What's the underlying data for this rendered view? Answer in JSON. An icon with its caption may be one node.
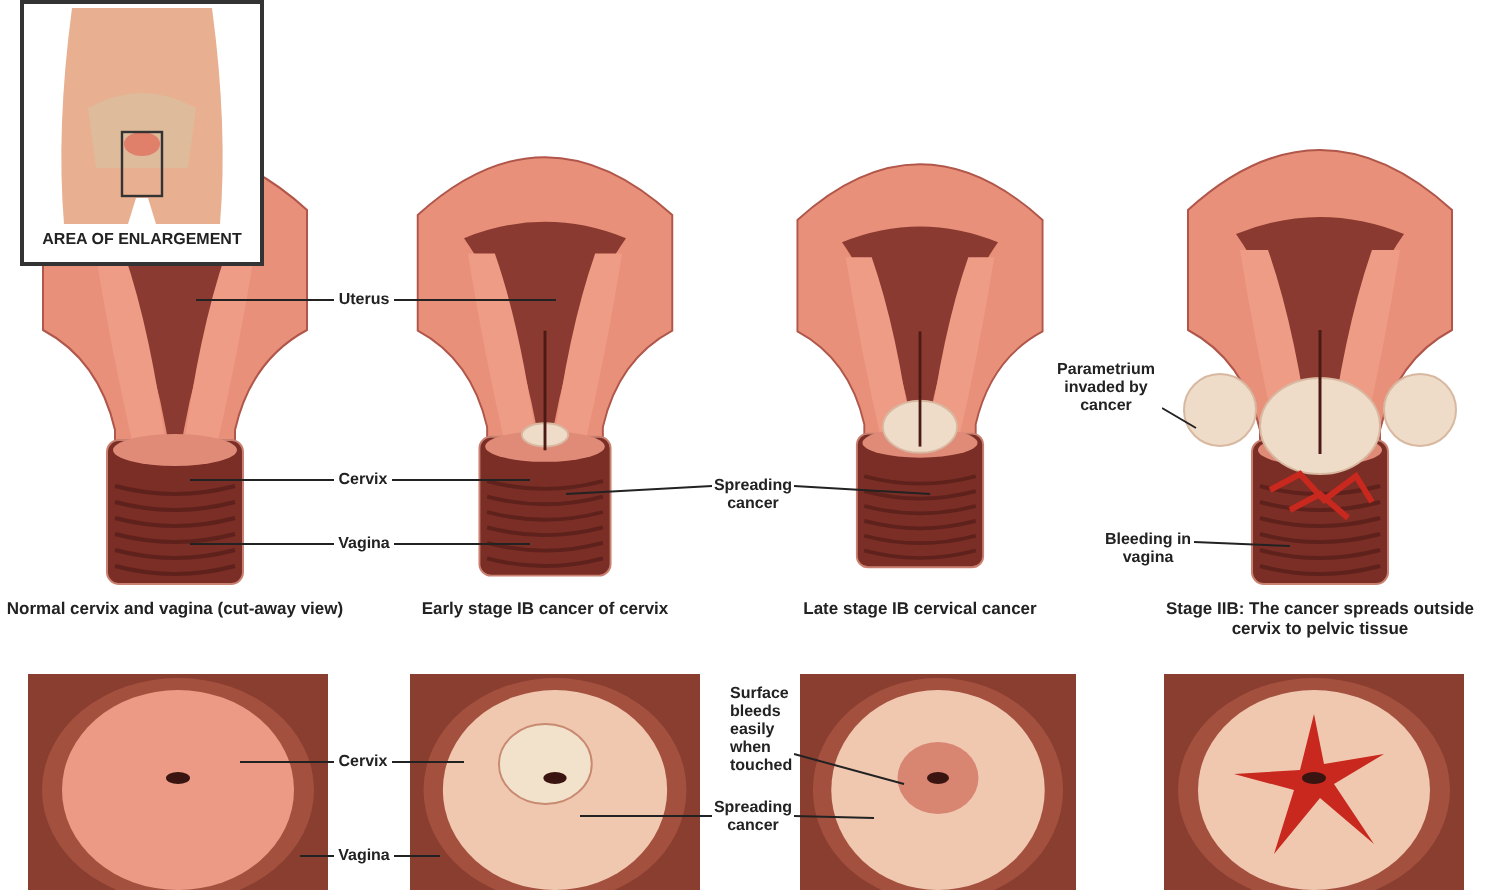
{
  "diagram": {
    "nodes": [
      {
        "text": [
          "AREA OF ENLARGEMENT"
        ]
      },
      {
        "text": [],
        "shape": "picture"
      },
      {
        "text": [],
        "shape": "picture"
      },
      {
        "text": [],
        "shape": "picture"
      },
      {
        "text": [],
        "shape": "picture"
      },
      {
        "text": [],
        "shape": "picture"
      },
      {
        "text": [],
        "shape": "picture"
      },
      {
        "text": [],
        "shape": "picture"
      },
      {
        "text": [],
        "shape": "picture"
      },
      {
        "text": [
          "Uterus"
        ]
      },
      {
        "text": [
          "Cervix"
        ]
      },
      {
        "text": [
          "Vagina"
        ]
      },
      {
        "text": [
          "Spreading cancer"
        ]
      },
      {
        "text": [
          "Parametrium invaded by cancer"
        ]
      },
      {
        "text": [
          "Bleeding in vagina"
        ]
      },
      {
        "text": [
          "Cervix"
        ]
      },
      {
        "text": [
          "Vagina"
        ]
      },
      {
        "text": [
          "Surface bleeds easily when touched"
        ]
      },
      {
        "text": [
          "Spreading cancer"
        ]
      }
    ],
    "edges": [
      {
        "from": 9,
        "to": 1,
        "arrow": "none"
      },
      {
        "from": 9,
        "to": 2,
        "arrow": "none"
      },
      {
        "from": 10,
        "to": 1,
        "arrow": "none"
      },
      {
        "from": 10,
        "to": 2,
        "arrow": "none"
      },
      {
        "from": 11,
        "to": 1,
        "arrow": "none"
      },
      {
        "from": 11,
        "to": 2,
        "arrow": "none"
      },
      {
        "from": 12,
        "to": 2,
        "arrow": "none"
      },
      {
        "from": 12,
        "to": 3,
        "arrow": "none"
      },
      {
        "from": 13,
        "to": 4,
        "arrow": "none"
      },
      {
        "from": 14,
        "to": 4,
        "arrow": "none"
      },
      {
        "from": 15,
        "to": 5,
        "arrow": "none"
      },
      {
        "from": 15,
        "to": 6,
        "arrow": "none"
      },
      {
        "from": 16,
        "to": 5,
        "arrow": "none"
      },
      {
        "from": 16,
        "to": 6,
        "arrow": "none"
      },
      {
        "from": 17,
        "to": 7,
        "arrow": "none"
      },
      {
        "from": 18,
        "to": 6,
        "arrow": "none"
      },
      {
        "from": 18,
        "to": 7,
        "arrow": "none"
      }
    ],
    "labels": [
      "Normal cervix and vagina (cut-away view)",
      "Early stage IB cancer of cervix",
      "Late stage IB cervical cancer",
      "Stage IIB: The cancer spreads outside cervix to pelvic tissue"
    ]
  }
}
